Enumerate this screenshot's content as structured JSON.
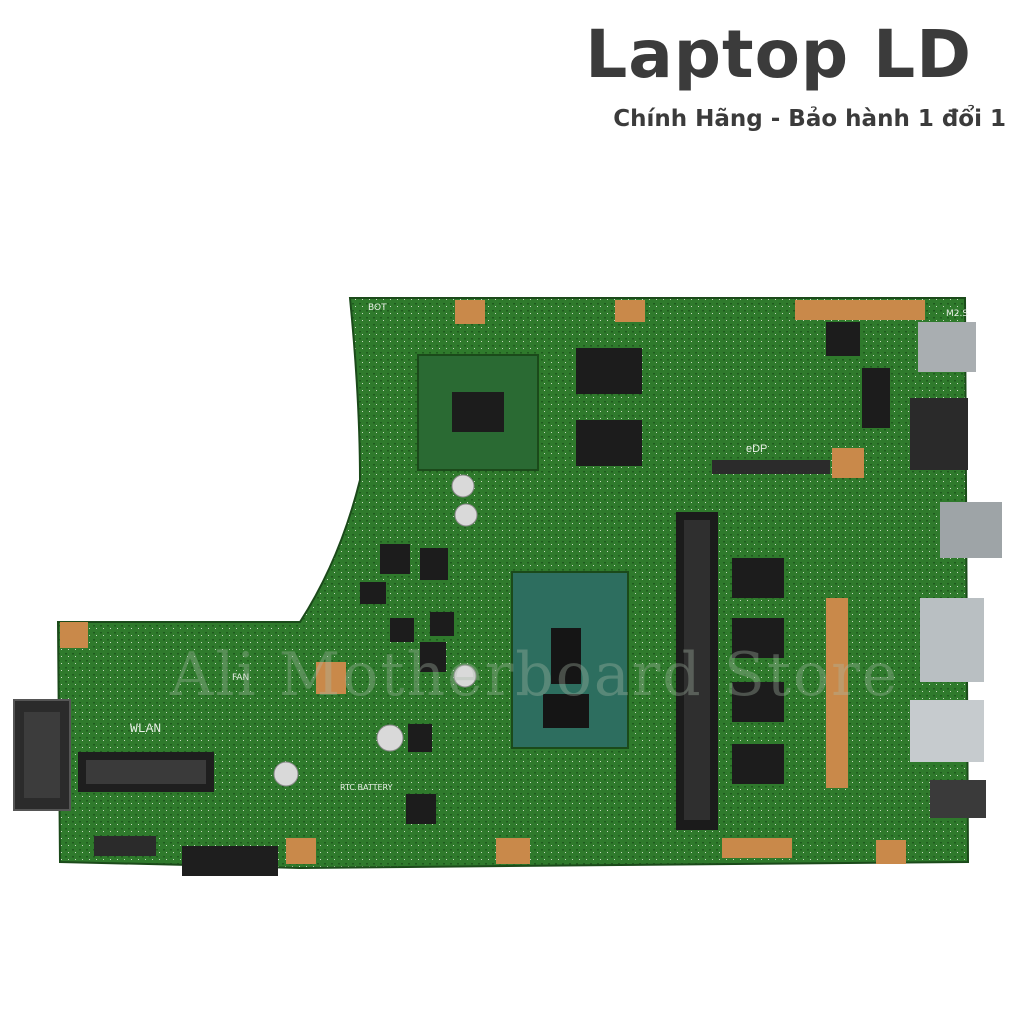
{
  "brand": {
    "title": "Laptop LD",
    "subtitle": "Chính Hãng - Bảo hành 1 đổi 1"
  },
  "watermark": "Ali  Motherboard Store",
  "silkscreen": {
    "wlan": "WLAN",
    "edp": "eDP",
    "fan": "FAN",
    "bot": "BOT",
    "rtc_battery": "RTC BATTERY",
    "m2": "M2.S"
  },
  "colors": {
    "pcb": "#2f7a2c",
    "pcb_dark": "#1f5a1e",
    "pad_gold": "#c9894a",
    "chip": "#1c1c1c",
    "cpu_substrate": "#2d6e5f",
    "metal": "#b9bfc2",
    "brand_text": "#3b3b3b"
  }
}
